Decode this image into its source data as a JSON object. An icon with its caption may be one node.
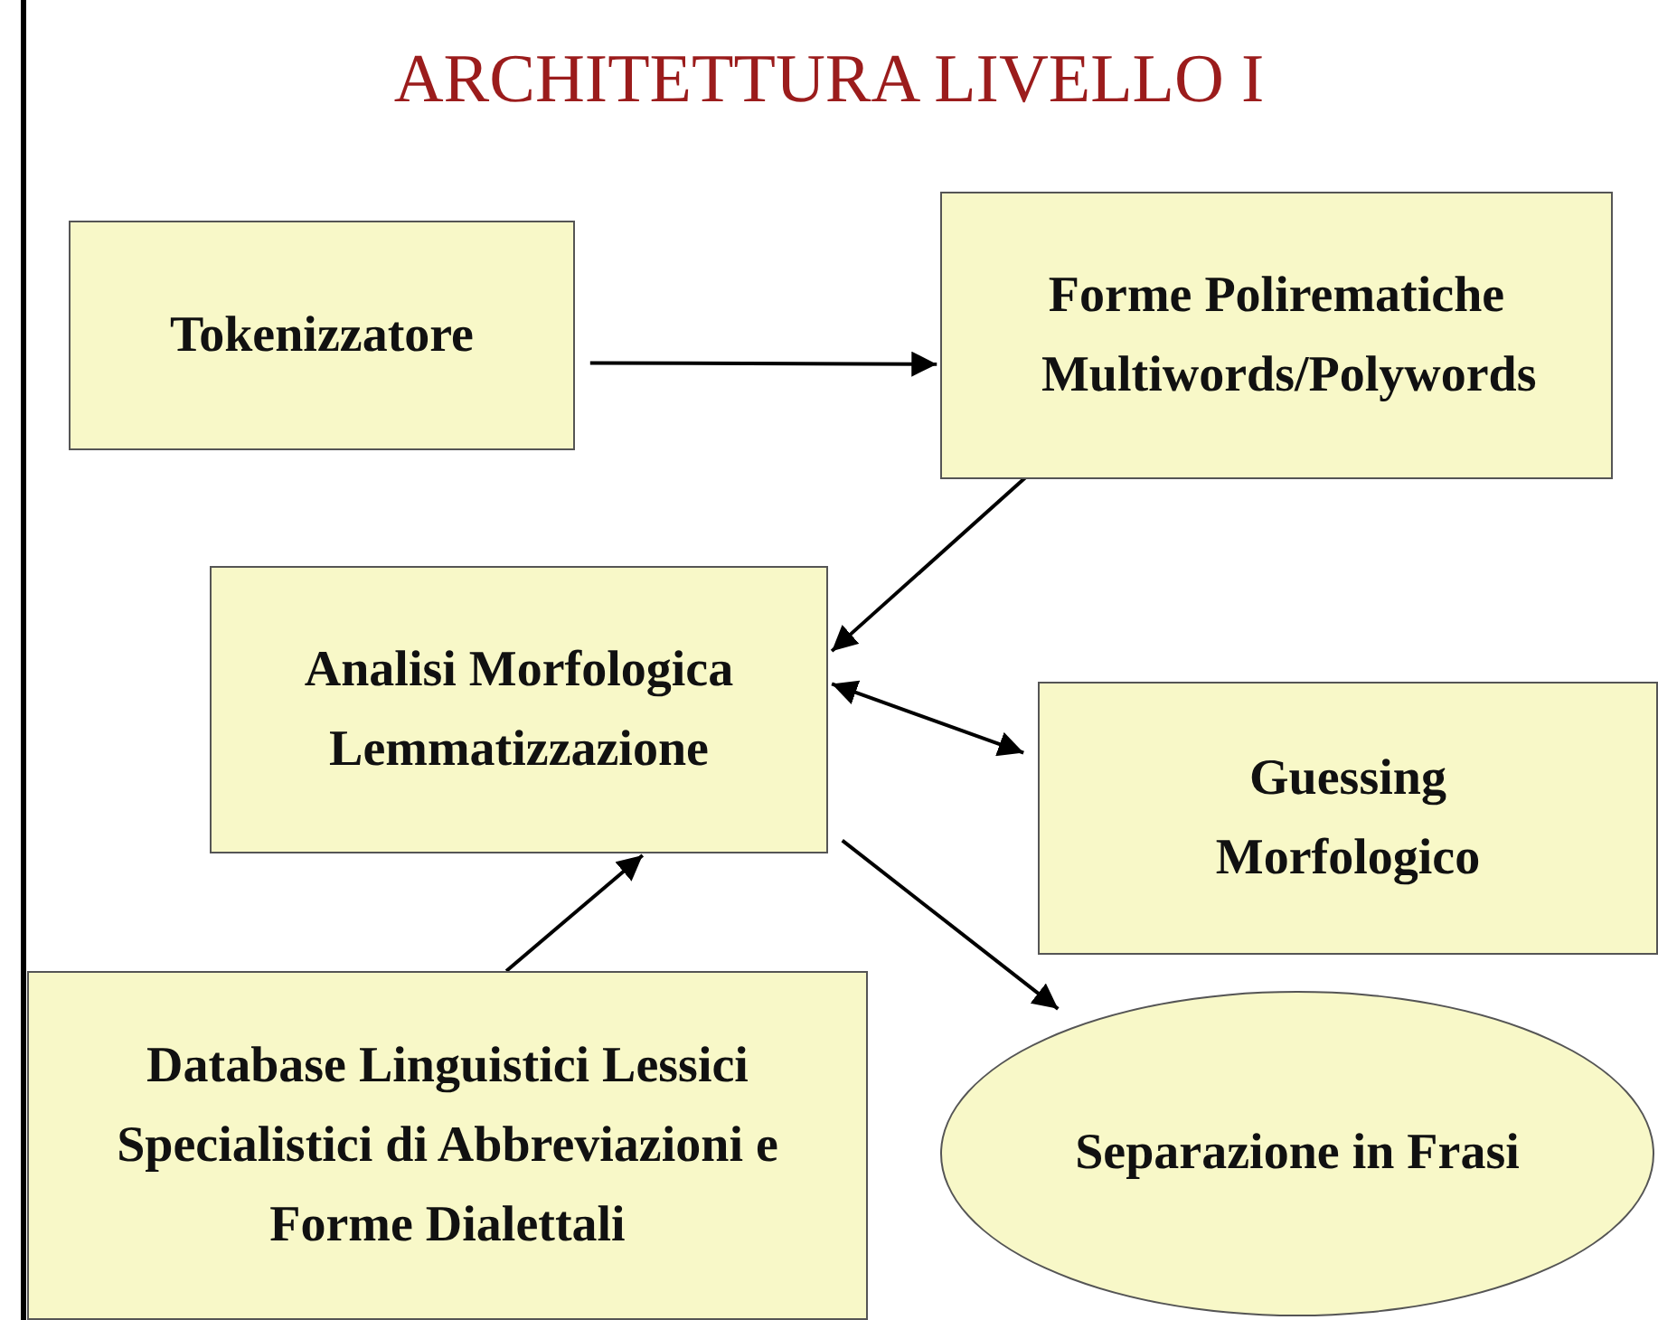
{
  "diagram": {
    "title": "ARCHITETTURA LIVELLO I",
    "nodes": [
      {
        "text": [
          "Tokenizzatore"
        ]
      },
      {
        "text": [
          "Forme Polirematiche Multiwords/Polywords"
        ]
      },
      {
        "text": [
          "Analisi Morfologica Lemmatizzazione"
        ]
      },
      {
        "text": [
          "Guessing Morfologico"
        ]
      },
      {
        "text": [
          "Database Linguistici Lessici Specialistici di Abbreviazioni e Forme Dialettali"
        ]
      },
      {
        "text": [
          "Separazione in Frasi"
        ]
      }
    ],
    "edges": [
      {
        "from": 0,
        "to": 1,
        "arrow": "to"
      },
      {
        "from": 1,
        "to": 2,
        "arrow": "to"
      },
      {
        "from": 2,
        "to": 3,
        "arrow": "both"
      },
      {
        "from": 2,
        "to": 5,
        "arrow": "to"
      },
      {
        "from": 4,
        "to": 2,
        "arrow": "to"
      }
    ]
  }
}
